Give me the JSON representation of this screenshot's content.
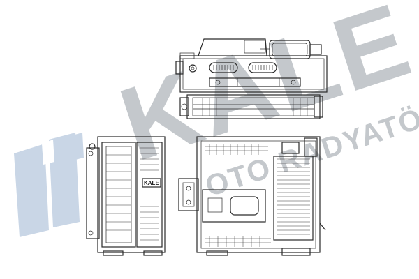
{
  "watermark": {
    "brand": "KALE",
    "tagline": "OTO RADYATÖR",
    "color": "#c4c8cc"
  },
  "views": {
    "top_view": {
      "icon": "radiator-top-view-icon"
    },
    "side_view": {
      "icon": "radiator-side-view-icon"
    },
    "front_view": {
      "icon": "radiator-front-view-icon",
      "nameplate": "KALE"
    }
  },
  "colors": {
    "line": "#2a2a2a",
    "background": "#ffffff"
  }
}
